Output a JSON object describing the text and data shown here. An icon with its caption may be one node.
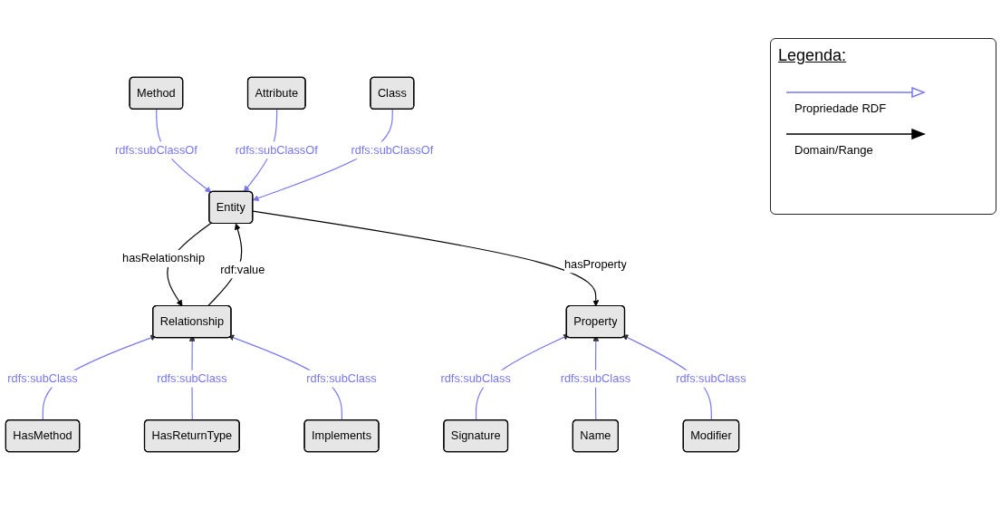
{
  "diagram": {
    "nodes": [
      {
        "text": [
          "Attribute"
        ]
      },
      {
        "text": [
          "Class"
        ]
      },
      {
        "text": [
          "Method"
        ]
      },
      {
        "text": [
          "Entity"
        ]
      },
      {
        "text": [
          "Relationship"
        ]
      },
      {
        "text": [
          "Property"
        ]
      },
      {
        "text": [
          "HasMethod"
        ]
      },
      {
        "text": [
          "HasReturnType"
        ]
      },
      {
        "text": [
          "Implements"
        ]
      },
      {
        "text": [
          "Signature"
        ]
      },
      {
        "text": [
          "Name"
        ]
      },
      {
        "text": [
          "Modifier"
        ]
      }
    ],
    "edges": [
      {
        "from": 2,
        "to": 3,
        "arrow": "to",
        "label": "rdfs:subClassOf"
      },
      {
        "from": 0,
        "to": 3,
        "arrow": "to",
        "label": "rdfs:subClassOf"
      },
      {
        "from": 1,
        "to": 3,
        "arrow": "to",
        "label": "rdfs:subClassOf"
      },
      {
        "from": 3,
        "to": 4,
        "arrow": "to",
        "label": "hasRelationship",
        "color": "#000000"
      },
      {
        "from": 4,
        "to": 3,
        "arrow": "to",
        "label": "rdf:value",
        "color": "#000000"
      },
      {
        "from": 3,
        "to": 5,
        "arrow": "to",
        "label": "hasProperty",
        "color": "#000000"
      },
      {
        "from": 6,
        "to": 4,
        "arrow": "to",
        "label": "rdfs:subClass"
      },
      {
        "from": 7,
        "to": 4,
        "arrow": "to",
        "label": "rdfs:subClass"
      },
      {
        "from": 8,
        "to": 4,
        "arrow": "to",
        "label": "rdfs:subClass"
      },
      {
        "from": 9,
        "to": 5,
        "arrow": "to",
        "label": "rdfs:subClass"
      },
      {
        "from": 10,
        "to": 5,
        "arrow": "to",
        "label": "rdfs:subClass"
      },
      {
        "from": 11,
        "to": 5,
        "arrow": "to",
        "label": "rdfs:subClass"
      }
    ],
    "labels": [
      "Legenda:"
    ],
    "legend": [
      {
        "text": "Propriedade RDF"
      },
      {
        "text": "Domain/Range"
      }
    ]
  }
}
